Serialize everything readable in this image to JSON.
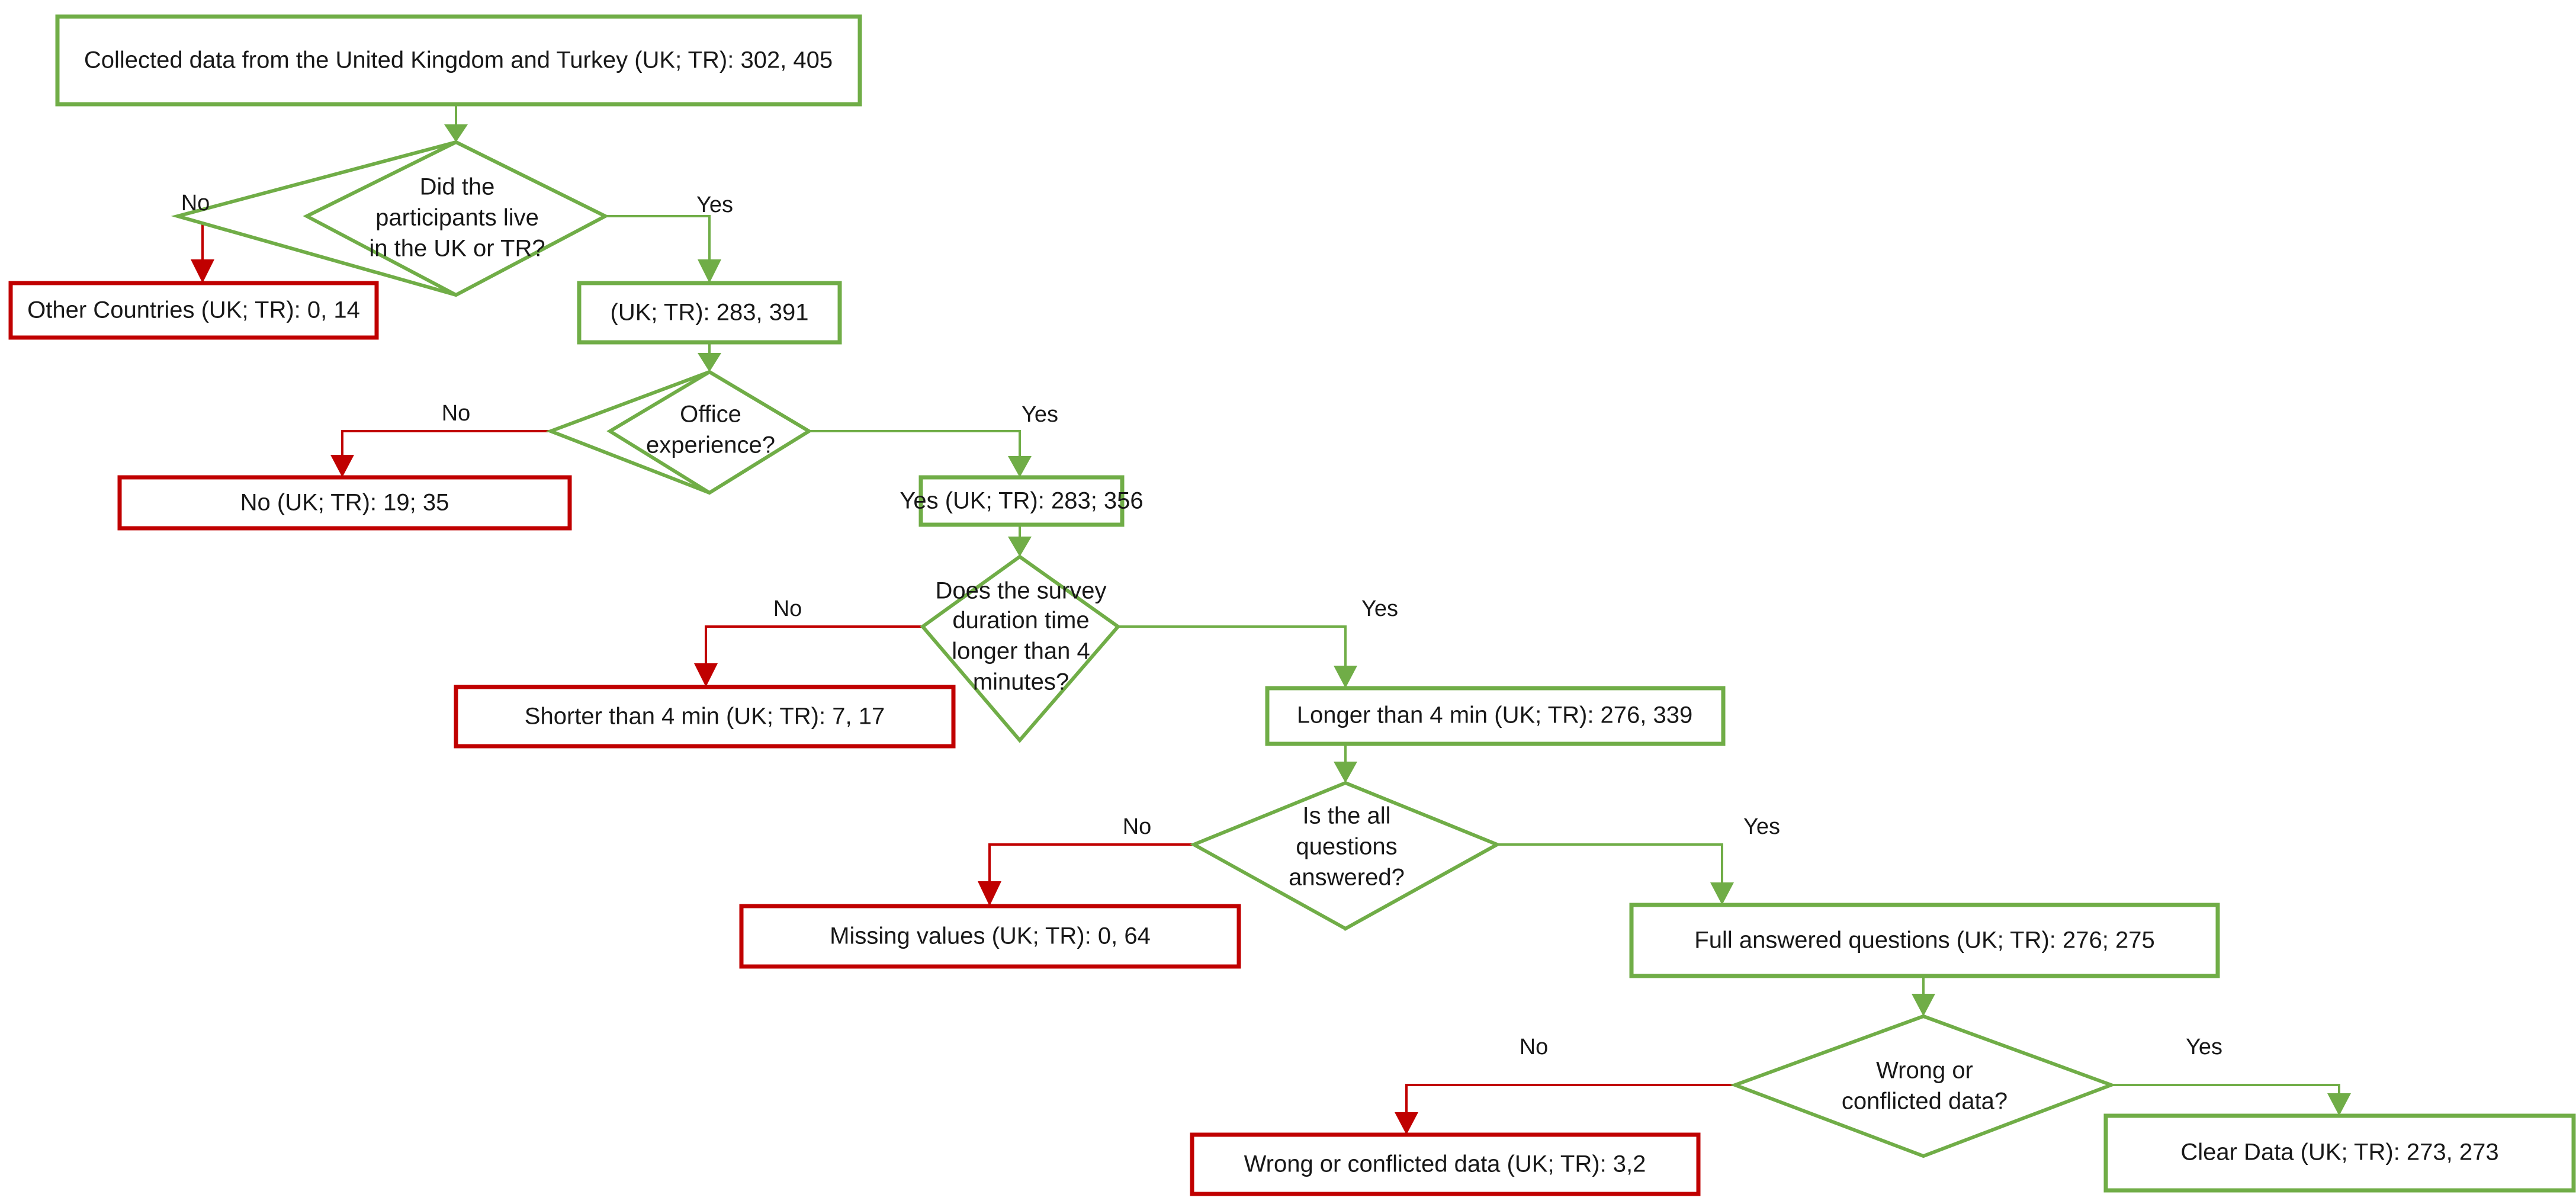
{
  "diagram": {
    "title": "Participant data screening flowchart",
    "colors": {
      "include_green": "#70AD47",
      "exclude_red": "#C00000",
      "text": "#181818",
      "background": "#FFFFFF"
    },
    "nodes": {
      "collected_data": "Collected data from the United Kingdom and Turkey (UK; TR): 302, 405",
      "q_live_uk_tr": "Did the participants live in the UK or TR?",
      "q_live_uk_tr_l1": "Did the",
      "q_live_uk_tr_l2": "participants live",
      "q_live_uk_tr_l3": "in the UK or TR?",
      "other_countries": "Other Countries (UK; TR): 0, 14",
      "uk_tr_counts": "(UK; TR): 283, 391",
      "q_office_experience": "Office experience?",
      "q_office_experience_l1": "Office",
      "q_office_experience_l2": "experience?",
      "no_office": "No (UK; TR): 19; 35",
      "yes_office": "Yes (UK; TR): 283; 356",
      "q_duration": "Does the survey duration time longer than 4 minutes?",
      "q_duration_l1": "Does the survey",
      "q_duration_l2": "duration time",
      "q_duration_l3": "longer than 4",
      "q_duration_l4": "minutes?",
      "shorter_than_4": "Shorter than 4 min (UK; TR): 7, 17",
      "longer_than_4": "Longer than 4 min (UK; TR): 276, 339",
      "q_all_answered": "Is the all questions answered?",
      "q_all_answered_l1": "Is the all",
      "q_all_answered_l2": "questions",
      "q_all_answered_l3": "answered?",
      "missing_values": "Missing values (UK; TR): 0, 64",
      "full_answered": "Full answered questions (UK; TR): 276; 275",
      "q_wrong_conflicted": "Wrong or conflicted data?",
      "q_wrong_conflicted_l1": "Wrong or",
      "q_wrong_conflicted_l2": "conflicted data?",
      "wrong_conflicted_data": "Wrong or conflicted data (UK; TR): 3,2",
      "clear_data": "Clear Data (UK; TR): 273, 273"
    },
    "edge_labels": {
      "live_no": "No",
      "live_yes": "Yes",
      "office_no": "No",
      "office_yes": "Yes",
      "duration_no": "No",
      "duration_yes": "Yes",
      "answered_no": "No",
      "answered_yes": "Yes",
      "conflicted_no": "No",
      "conflicted_yes": "Yes"
    }
  }
}
